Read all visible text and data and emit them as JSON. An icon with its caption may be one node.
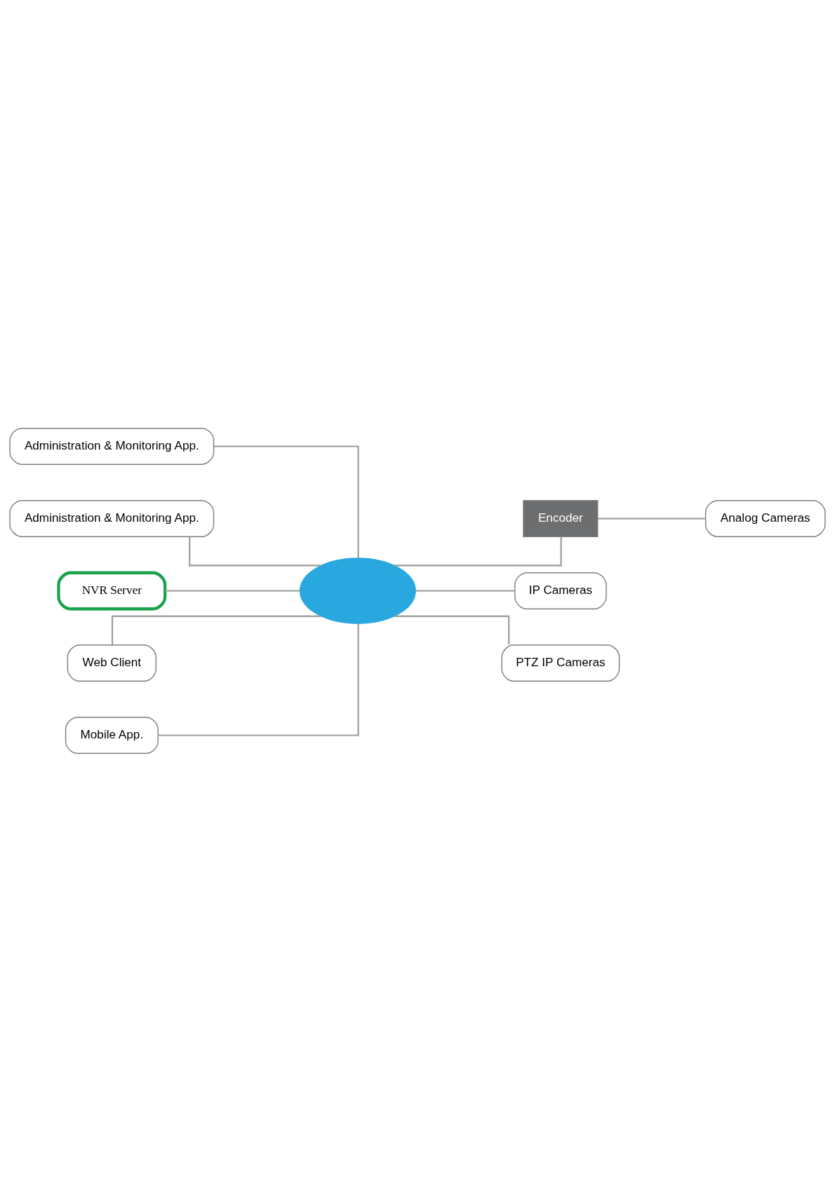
{
  "diagram": {
    "nodes": [
      {
        "text": [
          "Administration & Monitoring App."
        ]
      },
      {
        "text": [
          "Administration & Monitoring App."
        ]
      },
      {
        "text": [
          "NVR Server"
        ]
      },
      {
        "text": [
          "Web Client"
        ]
      },
      {
        "text": [
          "Mobile App."
        ]
      },
      {
        "text": [],
        "shape": "cloud"
      },
      {
        "text": [
          "Encoder"
        ]
      },
      {
        "text": [
          "IP Cameras"
        ]
      },
      {
        "text": [
          "Analog Cameras"
        ]
      },
      {
        "text": [
          "PTZ IP Cameras"
        ]
      }
    ],
    "edges": [
      {
        "from": 0,
        "to": 5,
        "arrow": "none"
      },
      {
        "from": 1,
        "to": 5,
        "arrow": "none"
      },
      {
        "from": 2,
        "to": 5,
        "arrow": "none"
      },
      {
        "from": 3,
        "to": 5,
        "arrow": "none"
      },
      {
        "from": 4,
        "to": 5,
        "arrow": "none"
      },
      {
        "from": 5,
        "to": 7,
        "arrow": "none"
      },
      {
        "from": 5,
        "to": 6,
        "arrow": "none"
      },
      {
        "from": 6,
        "to": 8,
        "arrow": "none"
      },
      {
        "from": 5,
        "to": 9,
        "arrow": "none"
      }
    ]
  }
}
